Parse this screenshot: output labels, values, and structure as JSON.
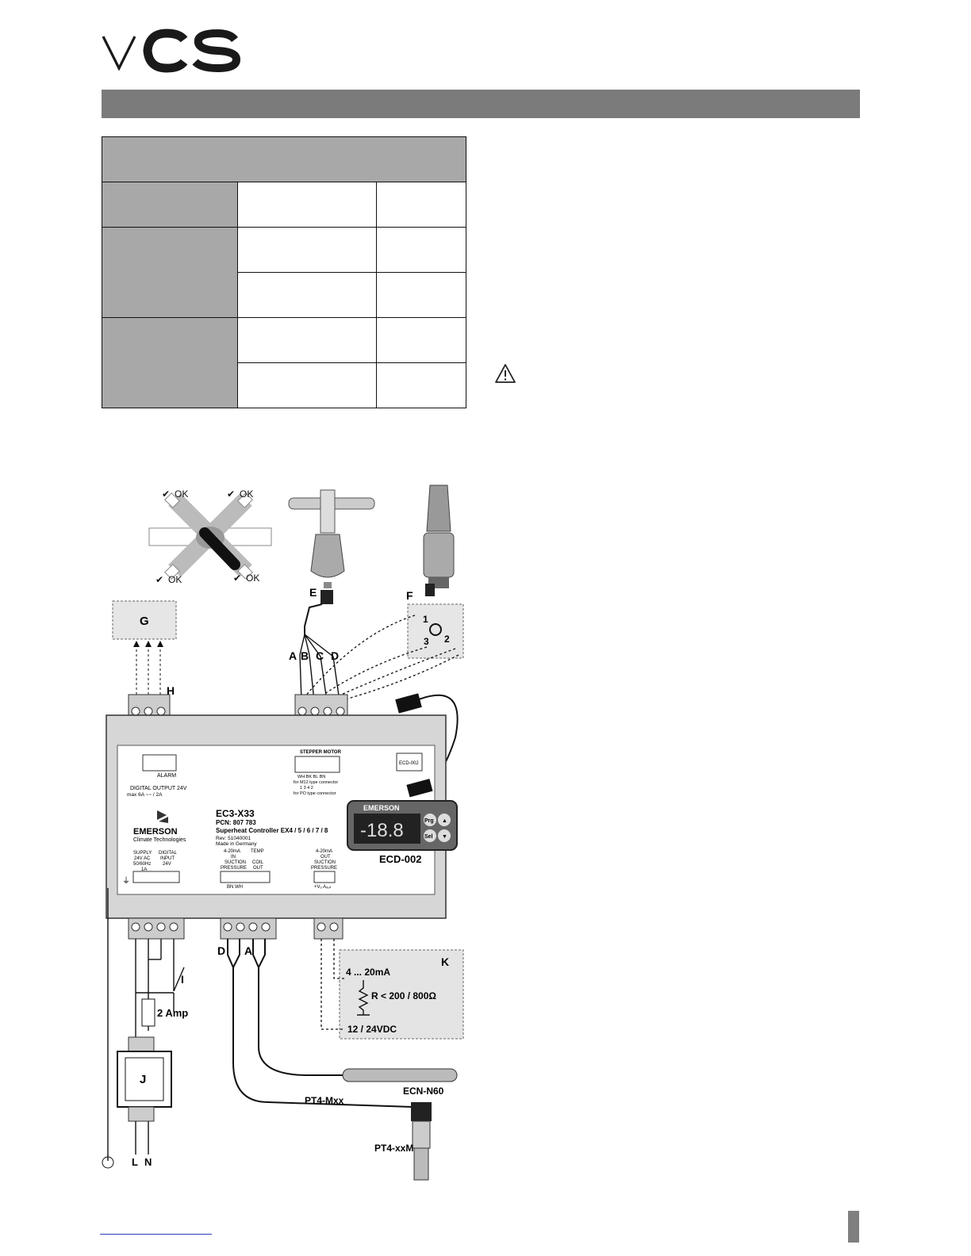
{
  "header": {
    "logo_text": "VCS"
  },
  "diagram": {
    "orientation_ok": [
      "OK",
      "OK",
      "OK",
      "OK"
    ],
    "terminal_letters": {
      "g": "G",
      "h": "H",
      "e": "E",
      "f": "F",
      "i": "I",
      "j": "J",
      "k": "K"
    },
    "wire_letters": [
      "A",
      "B",
      "C",
      "D"
    ],
    "wire_letters_bottom": [
      "D",
      "A"
    ],
    "connector_pins": [
      "1",
      "2",
      "3"
    ],
    "alarm_block": {
      "alarm": "ALARM",
      "line1": "DIGITAL OUTPUT 24V",
      "line2": "max 6A  ~~  / 2A"
    },
    "stepper_block": {
      "title": "STEPPER MOTOR",
      "wires": "WH  BK  BL  BN",
      "m12": "for M12 type connector",
      "m12_pins": "1   3   4   2",
      "po": "for PO type connector"
    },
    "ecd_label": "ECD-002",
    "controller": {
      "model": "EC3-X33",
      "pcn": "PCN:  807 783",
      "desc": "Superheat Controller   EX4 / 5 / 6 / 7 / 8",
      "rev": "Rev:  51040001",
      "made": "Made in Germany",
      "brand": "EMERSON",
      "brand_sub": "Climate Technologies"
    },
    "bottom_labels": {
      "supply": [
        "SUPPLY",
        "24V AC",
        "50/60Hz",
        "1A"
      ],
      "digital_input": [
        "DIGITAL",
        "INPUT",
        "24V"
      ],
      "in_420": [
        "4-20mA",
        "IN",
        "SUCTION",
        "PRESSURE"
      ],
      "temp": [
        "TEMP",
        "",
        "COIL",
        "OUT"
      ],
      "bn_wh": "BN  WH",
      "out_420": [
        "4-20mA",
        "OUT",
        "SUCTION",
        "PRESSURE"
      ],
      "out_pins": "+Vₒ  Aₒᵤₜ"
    },
    "display": {
      "brand": "EMERSON",
      "digits": "-18.8",
      "prg": "Prg",
      "sel": "Sel",
      "label": "ECD-002"
    },
    "fuse": "2 Amp",
    "k_box": {
      "ma": "4 ... 20mA",
      "r": "R < 200 / 800Ω",
      "vdc": "12 / 24VDC"
    },
    "sensors": {
      "ecn": "ECN-N60",
      "pt4_cable": "PT4-Mxx",
      "pt4": "PT4-xxM"
    },
    "mains": [
      "L",
      "N"
    ]
  },
  "colors": {
    "header_bar": "#7b7b7b",
    "table_shade": "#a8a8a8",
    "footer_link": "#2a3fbf",
    "page_tab": "#7f7f7f"
  }
}
